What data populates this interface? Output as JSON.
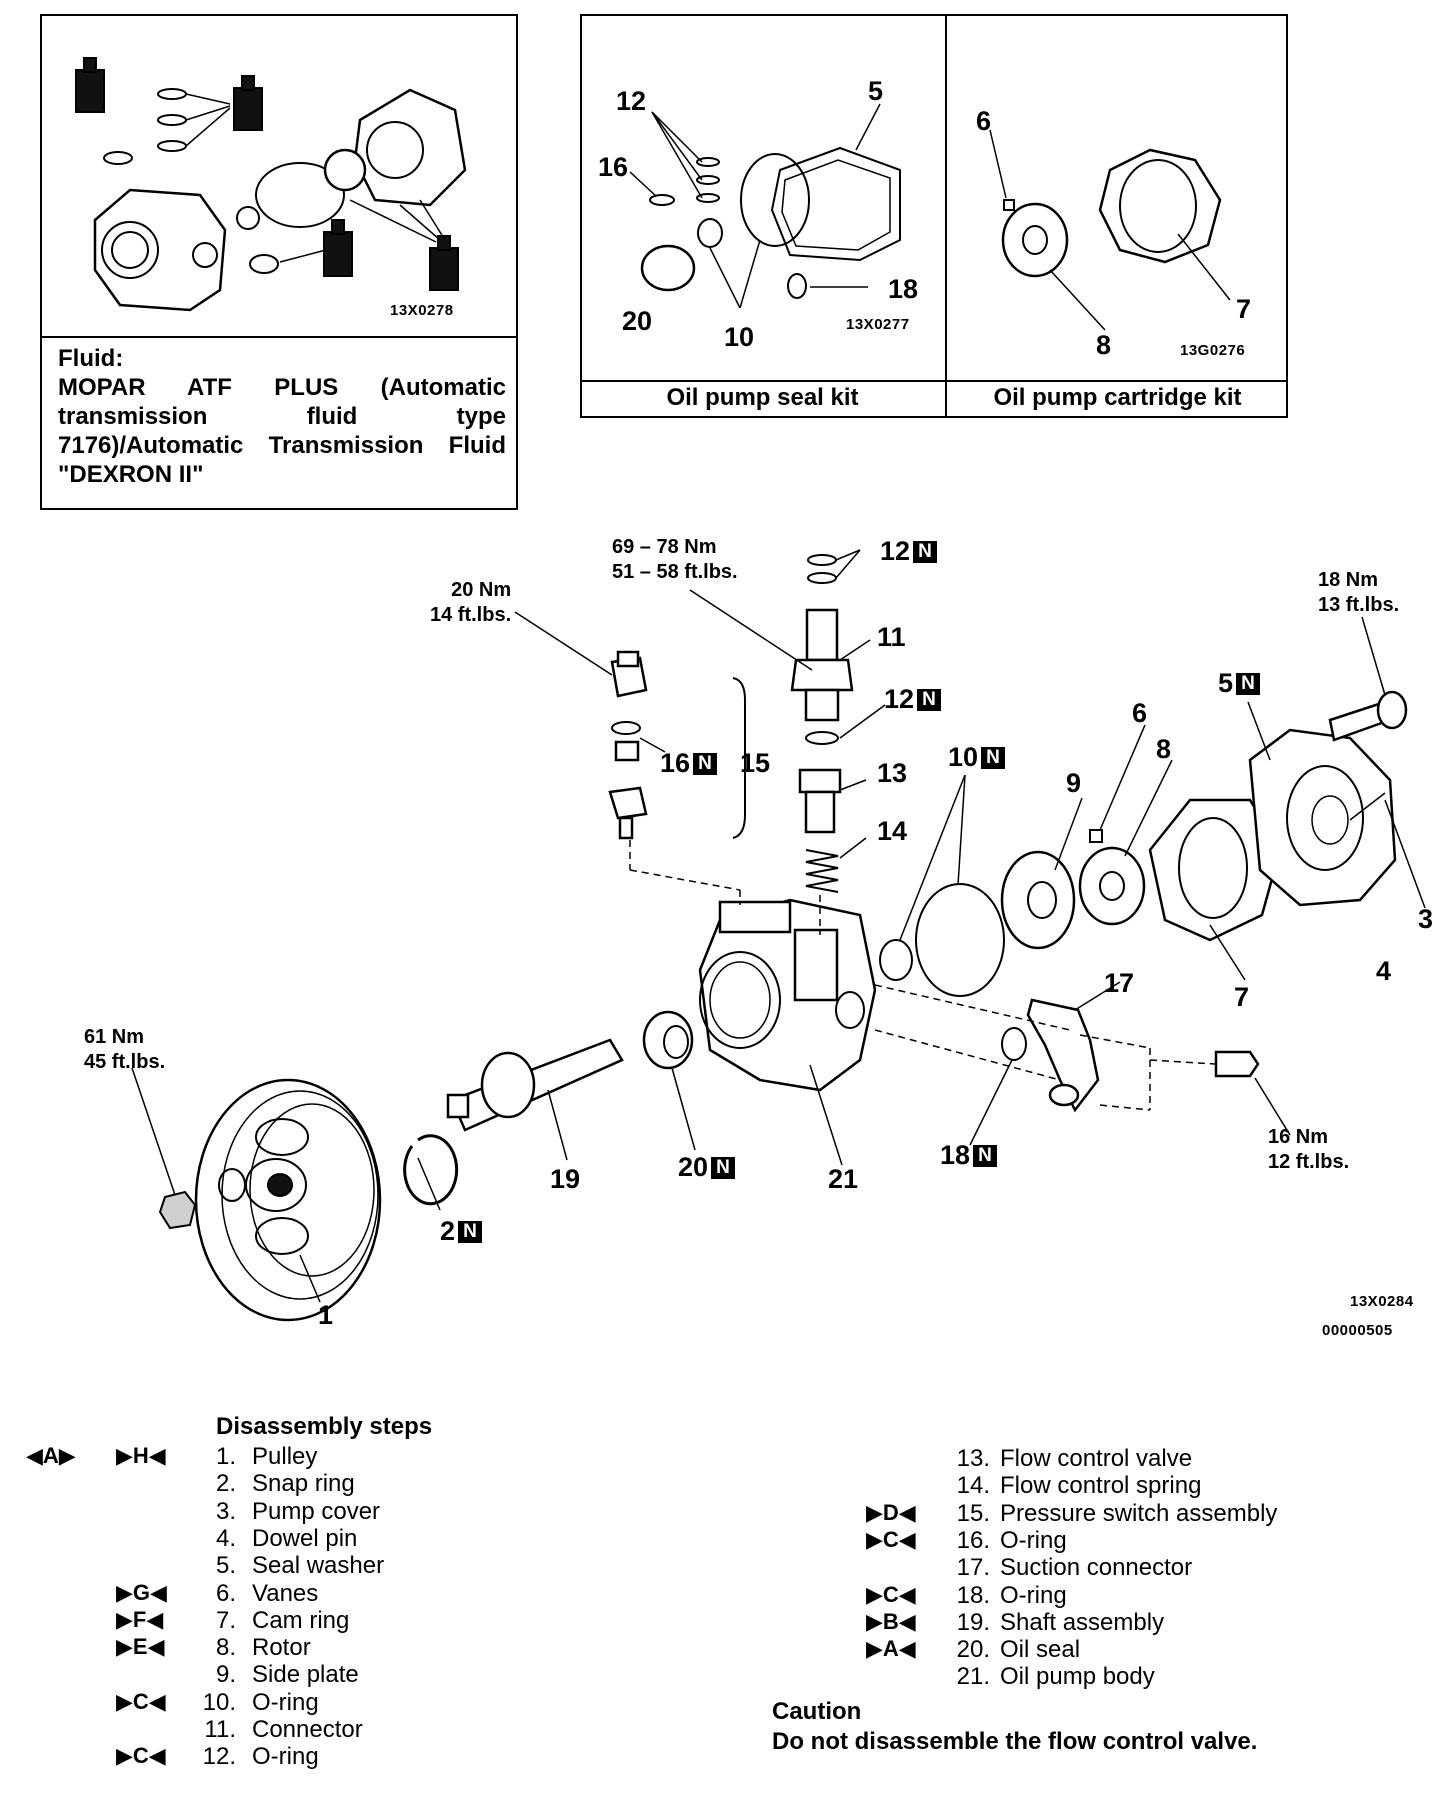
{
  "top_left_panel": {
    "code": "13X0278",
    "fluid_heading": "Fluid:",
    "fluid_text": "MOPAR ATF PLUS (Automatic transmission fluid type 7176)/Automatic Transmission Fluid \"DEXRON II\""
  },
  "seal_kit": {
    "label": "Oil pump seal kit",
    "code": "13X0277",
    "callouts": [
      "12",
      "5",
      "16",
      "20",
      "10",
      "18"
    ]
  },
  "cartridge_kit": {
    "label": "Oil pump cartridge kit",
    "code": "13G0276",
    "callouts": [
      "6",
      "7",
      "8"
    ]
  },
  "main_diagram": {
    "code_1": "13X0284",
    "code_2": "00000505",
    "badge": "N",
    "torques": {
      "connector": "69 – 78 Nm\n51 – 58 ft.lbs.",
      "pressure_switch": "20 Nm\n14 ft.lbs.",
      "cover_bolt": "18 Nm\n13 ft.lbs.",
      "pulley_nut": "61 Nm\n45 ft.lbs.",
      "suction_bolt": "16 Nm\n12 ft.lbs."
    },
    "callouts": {
      "c1": "1",
      "c2": "2",
      "c3": "3",
      "c4": "4",
      "c5": "5",
      "c6": "6",
      "c7": "7",
      "c8": "8",
      "c9": "9",
      "c10": "10",
      "c11": "11",
      "c12a": "12",
      "c12b": "12",
      "c13": "13",
      "c14": "14",
      "c15": "15",
      "c16": "16",
      "c17": "17",
      "c18": "18",
      "c19": "19",
      "c20": "20",
      "c21": "21"
    }
  },
  "steps": {
    "heading": "Disassembly steps",
    "left": [
      {
        "m1": "◀A▶",
        "m2": "▶H◀",
        "num": "1.",
        "label": "Pulley"
      },
      {
        "m1": "",
        "m2": "",
        "num": "2.",
        "label": "Snap ring"
      },
      {
        "m1": "",
        "m2": "",
        "num": "3.",
        "label": "Pump cover"
      },
      {
        "m1": "",
        "m2": "",
        "num": "4.",
        "label": "Dowel pin"
      },
      {
        "m1": "",
        "m2": "",
        "num": "5.",
        "label": "Seal washer"
      },
      {
        "m1": "",
        "m2": "▶G◀",
        "num": "6.",
        "label": "Vanes"
      },
      {
        "m1": "",
        "m2": "▶F◀",
        "num": "7.",
        "label": "Cam ring"
      },
      {
        "m1": "",
        "m2": "▶E◀",
        "num": "8.",
        "label": "Rotor"
      },
      {
        "m1": "",
        "m2": "",
        "num": "9.",
        "label": "Side plate"
      },
      {
        "m1": "",
        "m2": "▶C◀",
        "num": "10.",
        "label": "O-ring"
      },
      {
        "m1": "",
        "m2": "",
        "num": "11.",
        "label": "Connector"
      },
      {
        "m1": "",
        "m2": "▶C◀",
        "num": "12.",
        "label": "O-ring"
      }
    ],
    "right": [
      {
        "m2": "",
        "num": "13.",
        "label": "Flow control valve"
      },
      {
        "m2": "",
        "num": "14.",
        "label": "Flow control spring"
      },
      {
        "m2": "▶D◀",
        "num": "15.",
        "label": "Pressure switch assembly"
      },
      {
        "m2": "▶C◀",
        "num": "16.",
        "label": "O-ring"
      },
      {
        "m2": "",
        "num": "17.",
        "label": "Suction connector"
      },
      {
        "m2": "▶C◀",
        "num": "18.",
        "label": "O-ring"
      },
      {
        "m2": "▶B◀",
        "num": "19.",
        "label": "Shaft assembly"
      },
      {
        "m2": "▶A◀",
        "num": "20.",
        "label": "Oil seal"
      },
      {
        "m2": "",
        "num": "21.",
        "label": "Oil pump body"
      }
    ],
    "caution_heading": "Caution",
    "caution_text": "Do not disassemble the flow control valve."
  }
}
